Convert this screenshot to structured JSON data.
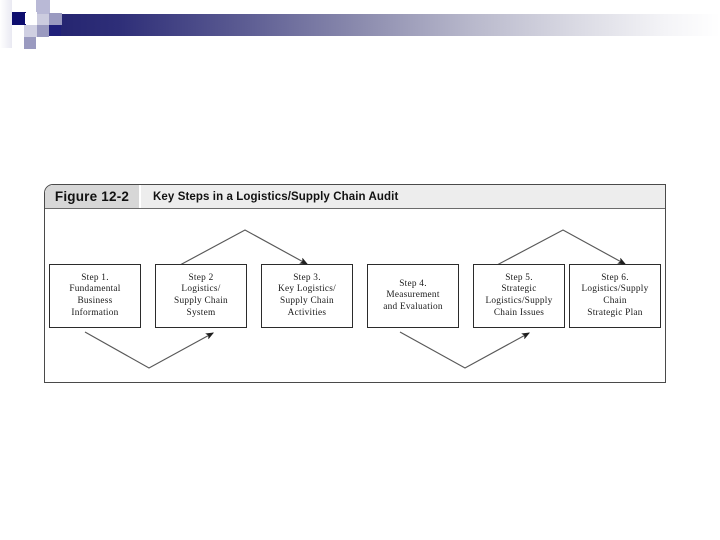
{
  "slide": {
    "header": {
      "name": "decorative-header-band",
      "gradient_from": "#22226e",
      "gradient_to": "#ffffff",
      "accent_navy": "#12127a",
      "accent_periwinkle": "#aeaed4",
      "accent_light": "#c9c9e0"
    }
  },
  "figure": {
    "number": "Figure 12-2",
    "title": "Key Steps in a Logistics/Supply Chain Audit",
    "titlebar_bg": "#ededed",
    "number_bg": "#d7d7d7",
    "frame_border": "#4a4a4a",
    "boxes": [
      {
        "id": "step-1",
        "label": "Step 1.\nFundamental\nBusiness\nInformation"
      },
      {
        "id": "step-2",
        "label": "Step 2\nLogistics/\nSupply Chain\nSystem"
      },
      {
        "id": "step-3",
        "label": "Step 3.\nKey Logistics/\nSupply Chain\nActivities"
      },
      {
        "id": "step-4",
        "label": "Step 4.\nMeasurement\nand Evaluation"
      },
      {
        "id": "step-5",
        "label": "Step 5.\nStrategic\nLogistics/Supply\nChain Issues"
      },
      {
        "id": "step-6",
        "label": "Step 6.\nLogistics/Supply\nChain\nStrategic Plan"
      }
    ],
    "connectors": [
      {
        "id": "connector-1-to-2",
        "shape": "v-below",
        "from": "step-1",
        "to": "step-2"
      },
      {
        "id": "connector-2-to-3",
        "shape": "peak-above",
        "from": "step-2",
        "to": "step-3"
      },
      {
        "id": "connector-4-to-5",
        "shape": "v-below",
        "from": "step-4",
        "to": "step-5"
      },
      {
        "id": "connector-5-to-6",
        "shape": "peak-above",
        "from": "step-5",
        "to": "step-6"
      }
    ]
  }
}
